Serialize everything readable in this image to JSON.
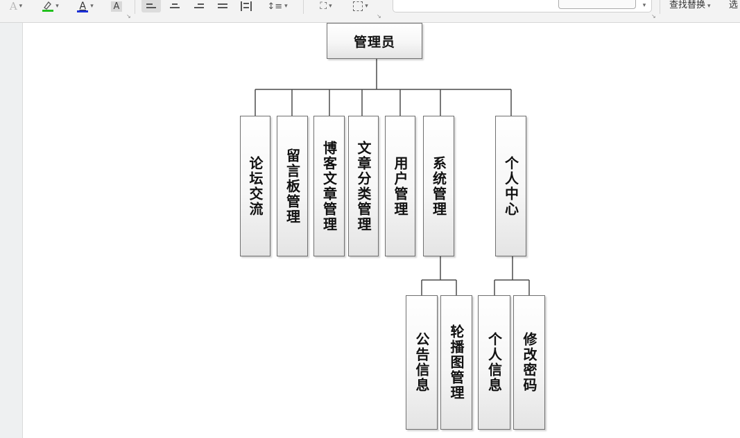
{
  "ribbon": {
    "text_tools": {
      "text_effect_label": "A",
      "font_color_label": "A",
      "char_shading_label": "A",
      "highlight_color": "#22c01e",
      "font_color": "#1c2fd6"
    },
    "find_replace_label": "查找替换",
    "select_label": "选"
  },
  "diagram": {
    "root": "管理员",
    "modules": [
      "论坛交流",
      "留言板管理",
      "博客文章管理",
      "文章分类管理",
      "用户管理",
      "系统管理",
      "个人中心"
    ],
    "system_children": [
      "公告信息",
      "轮播图管理"
    ],
    "personal_children": [
      "个人信息",
      "修改密码"
    ]
  }
}
